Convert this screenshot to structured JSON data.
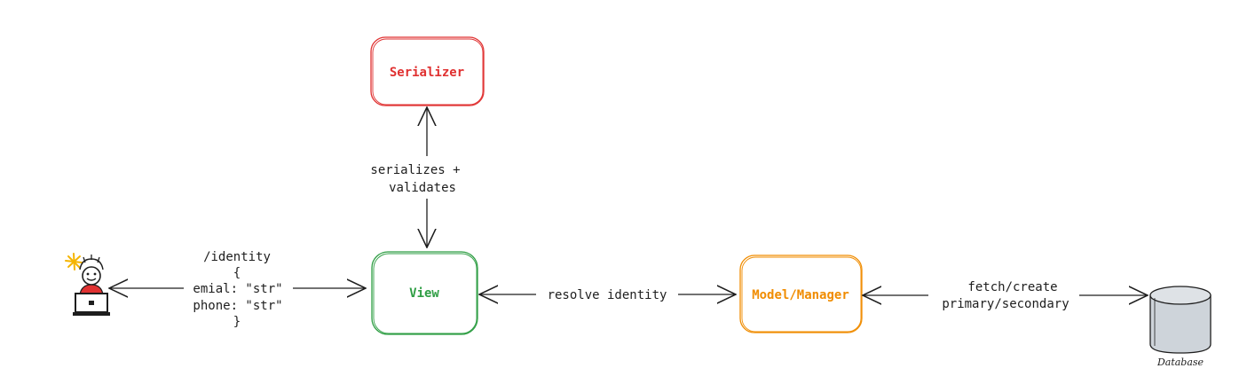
{
  "nodes": {
    "serializer": {
      "label": "Serializer",
      "color": "#e03131"
    },
    "view": {
      "label": "View",
      "color": "#2f9e44"
    },
    "model": {
      "label": "Model/Manager",
      "color": "#f08c00"
    },
    "database": {
      "label": "Database",
      "color": "#ced4da"
    },
    "user": {
      "icon": "user-at-laptop-icon"
    }
  },
  "edges": {
    "serializer_view": {
      "line1": "serializes +",
      "line2": "validates"
    },
    "user_view": {
      "lines": [
        "/identity",
        "{",
        "emial: \"str\"",
        "phone: \"str\"",
        "}"
      ]
    },
    "view_model": {
      "label": "resolve identity"
    },
    "model_db": {
      "line1": "fetch/create",
      "line2": "primary/secondary"
    }
  },
  "colors": {
    "stroke": "#1e1e1e",
    "user_shirt": "#e03131",
    "user_spark": "#f5b400"
  }
}
